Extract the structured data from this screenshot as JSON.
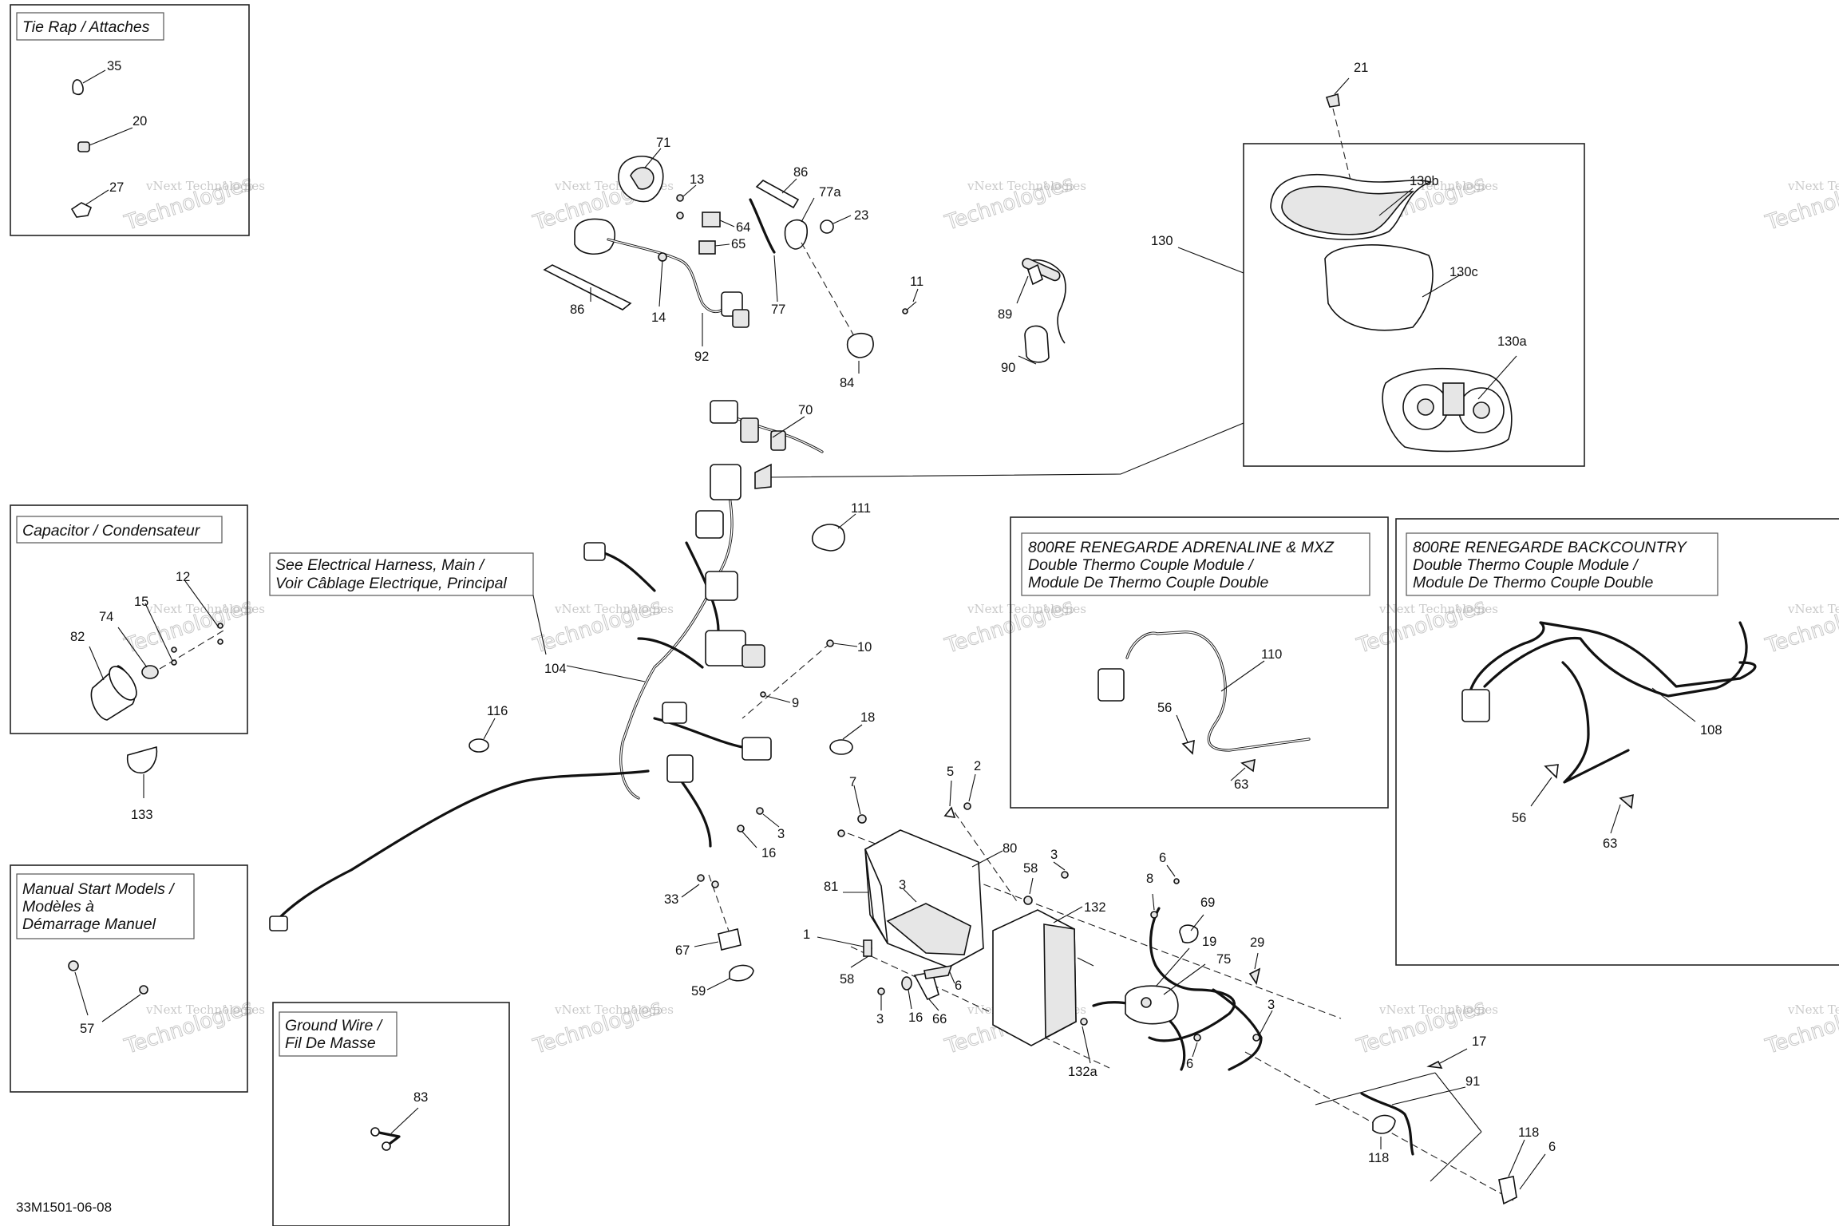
{
  "diagram_code": "33M1501-06-08",
  "watermark": {
    "line1": "vNext Technologies",
    "line2": "Technologies"
  },
  "colors": {
    "ink": "#111111",
    "background": "#ffffff",
    "part_fill": "#e6e6e6",
    "watermark": "#8a8a8a"
  },
  "groups": {
    "tie_rap": {
      "title": "Tie Rap / Attaches"
    },
    "capacitor": {
      "title": "Capacitor / Condensateur"
    },
    "manual_start": {
      "title_lines": [
        "Manual Start Models /",
        "Modèles à",
        "Démarrage Manuel"
      ]
    },
    "ground_wire": {
      "title_lines": [
        "Ground Wire /",
        "Fil De Masse"
      ]
    },
    "harness_note": {
      "lines": [
        "See Electrical Harness, Main /",
        "Voir Câblage Electrique, Principal"
      ]
    },
    "adrenaline": {
      "title_lines": [
        "800RE RENEGARDE ADRENALINE & MXZ",
        "Double Thermo Couple Module /",
        "Module De Thermo Couple Double"
      ]
    },
    "backcountry": {
      "title_lines": [
        "800RE RENEGARDE BACKCOUNTRY",
        "Double Thermo Couple Module /",
        "Module De Thermo Couple Double"
      ]
    }
  },
  "callouts": {
    "c35": "35",
    "c20": "20",
    "c27": "27",
    "c71": "71",
    "c13": "13",
    "c86a": "86",
    "c77a": "77a",
    "c23": "23",
    "c64": "64",
    "c65": "65",
    "c77": "77",
    "c86b": "86",
    "c14": "14",
    "c92": "92",
    "c11": "11",
    "c84": "84",
    "c89": "89",
    "c90": "90",
    "c21": "21",
    "c130": "130",
    "c130b": "130b",
    "c130c": "130c",
    "c130a": "130a",
    "c70": "70",
    "c111": "111",
    "c12": "12",
    "c15": "15",
    "c74": "74",
    "c82": "82",
    "c133": "133",
    "c104": "104",
    "c116": "116",
    "c10": "10",
    "c9": "9",
    "c18": "18",
    "c110": "110",
    "c56a": "56",
    "c63a": "63",
    "c108": "108",
    "c56b": "56",
    "c63b": "63",
    "c7": "7",
    "c5": "5",
    "c2": "2",
    "c80": "80",
    "c3a": "3",
    "c16a": "16",
    "c81": "81",
    "c3b": "3",
    "c58a": "58",
    "c3c": "3",
    "c33": "33",
    "c67": "67",
    "c59": "59",
    "c1": "1",
    "c58b": "58",
    "c3d": "3",
    "c16b": "16",
    "c66": "66",
    "c6a": "6",
    "c132": "132",
    "c6b": "6",
    "c8": "8",
    "c69": "69",
    "c19": "19",
    "c75": "75",
    "c29": "29",
    "c3e": "3",
    "c6c": "6",
    "c132a": "132a",
    "c57": "57",
    "c83": "83",
    "c17": "17",
    "c91": "91",
    "c118a": "118",
    "c118b": "118",
    "c6d": "6"
  }
}
